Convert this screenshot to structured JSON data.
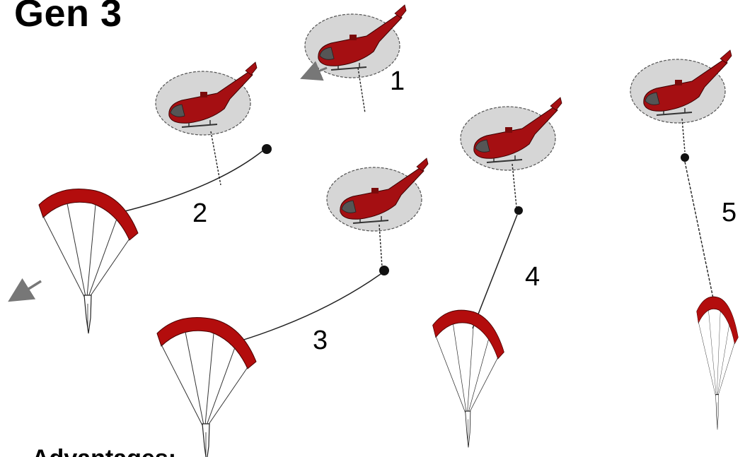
{
  "title": "Gen 3",
  "steps": [
    {
      "label": "1"
    },
    {
      "label": "2"
    },
    {
      "label": "3"
    },
    {
      "label": "4"
    },
    {
      "label": "5"
    }
  ],
  "advantages_heading": "Advantages:",
  "colors": {
    "helicopter": "#a50f12",
    "rotor_disk": "#d6d6d6",
    "canopy": "#b30d0d",
    "line": "#222222",
    "arrow": "#777777"
  },
  "icons": [
    "helicopter-icon",
    "parachute-canopy-icon",
    "direction-arrow-icon"
  ]
}
